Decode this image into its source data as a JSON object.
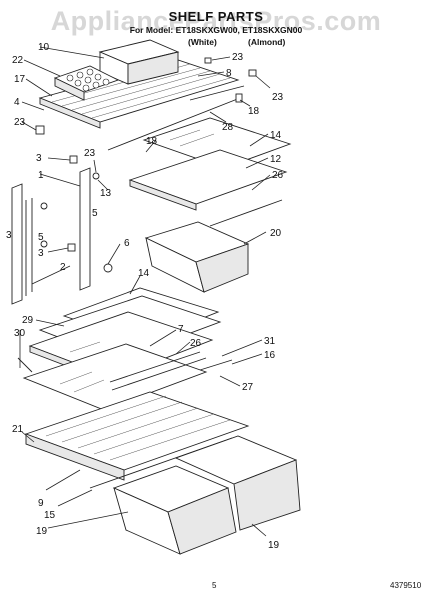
{
  "watermark": "AppliancePartsPros.com",
  "header": {
    "title": "SHELF PARTS",
    "model": "For Model: ET18SKXGW00, ET18SKXGN00",
    "variant_white": "(White)",
    "variant_almond": "(Almond)"
  },
  "callouts": [
    {
      "id": "c10",
      "label": "10"
    },
    {
      "id": "c22",
      "label": "22"
    },
    {
      "id": "c17",
      "label": "17"
    },
    {
      "id": "c4",
      "label": "4"
    },
    {
      "id": "c23a",
      "label": "23"
    },
    {
      "id": "c23b",
      "label": "23"
    },
    {
      "id": "c8",
      "label": "8"
    },
    {
      "id": "c23c",
      "label": "23"
    },
    {
      "id": "c18a",
      "label": "18"
    },
    {
      "id": "c28",
      "label": "28"
    },
    {
      "id": "c23d",
      "label": "23"
    },
    {
      "id": "c14a",
      "label": "14"
    },
    {
      "id": "c18b",
      "label": "18"
    },
    {
      "id": "c3a",
      "label": "3"
    },
    {
      "id": "c12",
      "label": "12"
    },
    {
      "id": "c26a",
      "label": "26"
    },
    {
      "id": "c1",
      "label": "1"
    },
    {
      "id": "c13",
      "label": "13"
    },
    {
      "id": "c5a",
      "label": "5"
    },
    {
      "id": "c3b",
      "label": "3"
    },
    {
      "id": "c5b",
      "label": "5"
    },
    {
      "id": "c6",
      "label": "6"
    },
    {
      "id": "c20",
      "label": "20"
    },
    {
      "id": "c3c",
      "label": "3"
    },
    {
      "id": "c2",
      "label": "2"
    },
    {
      "id": "c14b",
      "label": "14"
    },
    {
      "id": "c29",
      "label": "29"
    },
    {
      "id": "c7",
      "label": "7"
    },
    {
      "id": "c30",
      "label": "30"
    },
    {
      "id": "c26b",
      "label": "26"
    },
    {
      "id": "c31",
      "label": "31"
    },
    {
      "id": "c16",
      "label": "16"
    },
    {
      "id": "c27",
      "label": "27"
    },
    {
      "id": "c21",
      "label": "21"
    },
    {
      "id": "c9",
      "label": "9"
    },
    {
      "id": "c15",
      "label": "15"
    },
    {
      "id": "c19a",
      "label": "19"
    },
    {
      "id": "c19b",
      "label": "19"
    }
  ],
  "footer": {
    "page": "5",
    "doc_number": "4379510"
  }
}
